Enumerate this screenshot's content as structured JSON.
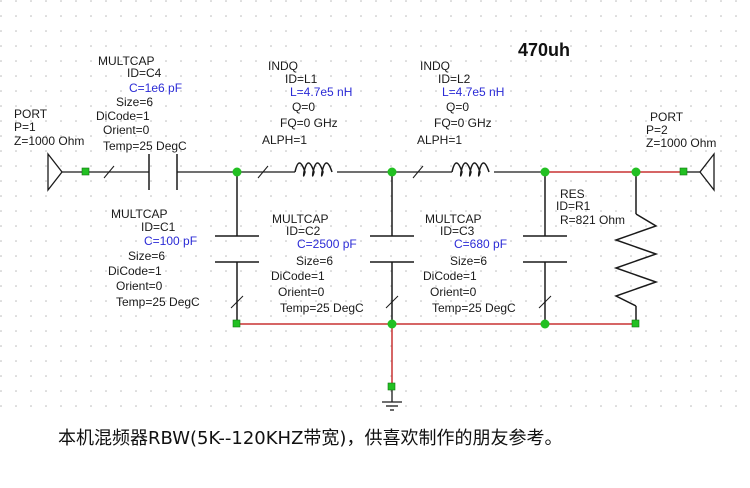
{
  "colors": {
    "wire": "#c83232",
    "ground_wire": "#c83232",
    "node": "#22c022",
    "component": "#1a1a1a",
    "grid_dot": "#b8b8b8",
    "param_value": "#2b2bd6"
  },
  "annotation_top": "470uh",
  "caption": "本机混频器RBW(5K--120KHZ带宽)，供喜欢制作的朋友参考。",
  "port1": {
    "name": "PORT",
    "id": "P=1",
    "z": "Z=1000 Ohm"
  },
  "port2": {
    "name": "PORT",
    "id": "P=2",
    "z": "Z=1000 Ohm"
  },
  "c4": {
    "type": "MULTCAP",
    "id": "ID=C4",
    "c": "C=1e6 pF",
    "size": "Size=6",
    "dicode": "DiCode=1",
    "orient": "Orient=0",
    "temp": "Temp=25 DegC"
  },
  "l1": {
    "type": "INDQ",
    "id": "ID=L1",
    "l": "L=4.7e5 nH",
    "q": "Q=0",
    "fq": "FQ=0 GHz",
    "alph": "ALPH=1"
  },
  "l2": {
    "type": "INDQ",
    "id": "ID=L2",
    "l": "L=4.7e5 nH",
    "q": "Q=0",
    "fq": "FQ=0 GHz",
    "alph": "ALPH=1"
  },
  "c1": {
    "type": "MULTCAP",
    "id": "ID=C1",
    "c": "C=100 pF",
    "size": "Size=6",
    "dicode": "DiCode=1",
    "orient": "Orient=0",
    "temp": "Temp=25 DegC"
  },
  "c2": {
    "type": "MULTCAP",
    "id": "ID=C2",
    "c": "C=2500 pF",
    "size": "Size=6",
    "dicode": "DiCode=1",
    "orient": "Orient=0",
    "temp": "Temp=25 DegC"
  },
  "c3": {
    "type": "MULTCAP",
    "id": "ID=C3",
    "c": "C=680 pF",
    "size": "Size=6",
    "dicode": "DiCode=1",
    "orient": "Orient=0",
    "temp": "Temp=25 DegC"
  },
  "r1": {
    "type": "RES",
    "id": "ID=R1",
    "r": "R=821 Ohm"
  }
}
